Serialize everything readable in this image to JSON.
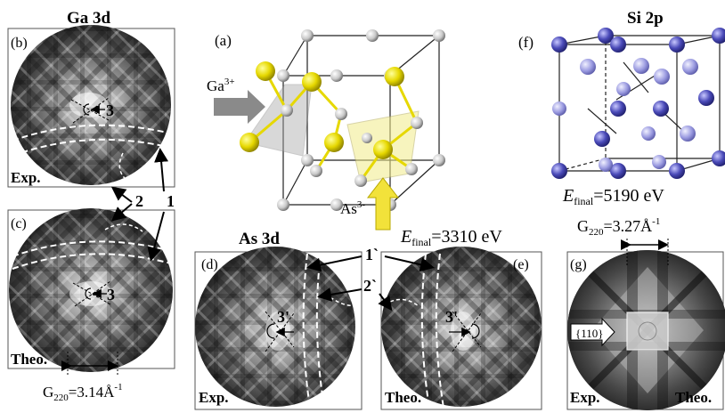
{
  "panels": {
    "a": {
      "label": "(a)",
      "ga_ion": "Ga",
      "ga_charge": "3+",
      "as_ion": "As",
      "as_charge": "3-"
    },
    "b": {
      "label": "(b)",
      "tag": "Exp."
    },
    "c": {
      "label": "(c)",
      "tag": "Theo."
    },
    "d": {
      "label": "(d)",
      "tag": "Exp."
    },
    "e": {
      "label": "(e)",
      "tag": "Theo."
    },
    "f": {
      "label": "(f)"
    },
    "g": {
      "label": "(g)",
      "tag_left": "Exp.",
      "tag_right": "Theo.",
      "direction": "{110}"
    }
  },
  "headers": {
    "ga": "Ga 3d",
    "as": "As 3d",
    "si": "Si 2p"
  },
  "energies": {
    "as": {
      "symbol": "E",
      "sub": "final",
      "value": "=3310 eV"
    },
    "si": {
      "symbol": "E",
      "sub": "final",
      "value": "=5190 eV"
    }
  },
  "g_vectors": {
    "ga": {
      "symbol": "G",
      "sub": "220",
      "value": "=3.14Å",
      "sup": "-1"
    },
    "si": {
      "symbol": "G",
      "sub": "220",
      "value": "=3.27Å",
      "sup": "-1"
    }
  },
  "markers": {
    "m1": "1",
    "m2": "2",
    "m3": "3",
    "m1p": "1`",
    "m2p": "2`",
    "m3p": "3'"
  },
  "colors": {
    "ga_atom": "#e6d800",
    "as_atom": "#c8c8c8",
    "si_dark": "#4a4ab8",
    "si_light": "#9a9ae0",
    "arrow_gray": "#8a8a8a",
    "arrow_yellow": "#f2e23a"
  }
}
